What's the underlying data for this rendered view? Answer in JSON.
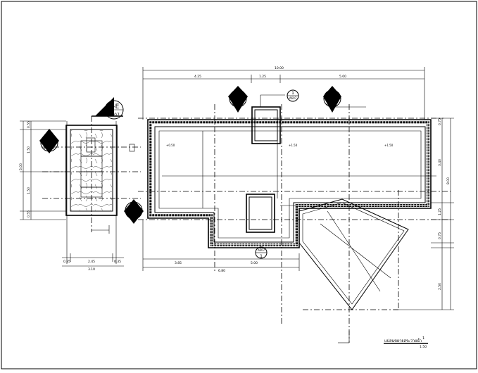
{
  "section_tags": [
    {
      "id": "E-E",
      "ref": "A607"
    },
    {
      "id": "C-C",
      "ref": "A607"
    },
    {
      "id": "B-B",
      "ref": "A607"
    },
    {
      "id": "D-D",
      "ref": "A607"
    },
    {
      "id": "A-A",
      "ref": "A607"
    }
  ],
  "detail_tags": [
    {
      "num": "1",
      "ref": "A607"
    },
    {
      "num": "1",
      "ref": "A607"
    }
  ],
  "dimensions": {
    "top_total": "10.00",
    "top_segments": [
      "4.25",
      "1.25",
      "5.00"
    ],
    "left_total": "5.00",
    "left_segments": [
      "0.55",
      "1.50",
      "1.50",
      "0.55"
    ],
    "bottom_left_segments": [
      "0.35",
      "2.45",
      "0.35"
    ],
    "bottom_left_total": "3.10",
    "bottom_mid": [
      "3.85",
      "5.00"
    ],
    "bottom_mid_total": "6.80",
    "right_segments": [
      "0.75",
      "3.40",
      "1.25",
      "0.75",
      "2.50"
    ],
    "right_total": "8.00",
    "levels": [
      "+0.50",
      "+1.50",
      "+1.50"
    ]
  },
  "title_block": {
    "title": "แปลนขยายสระว่ายน้ำ",
    "scale": "1:50",
    "number": "1"
  }
}
